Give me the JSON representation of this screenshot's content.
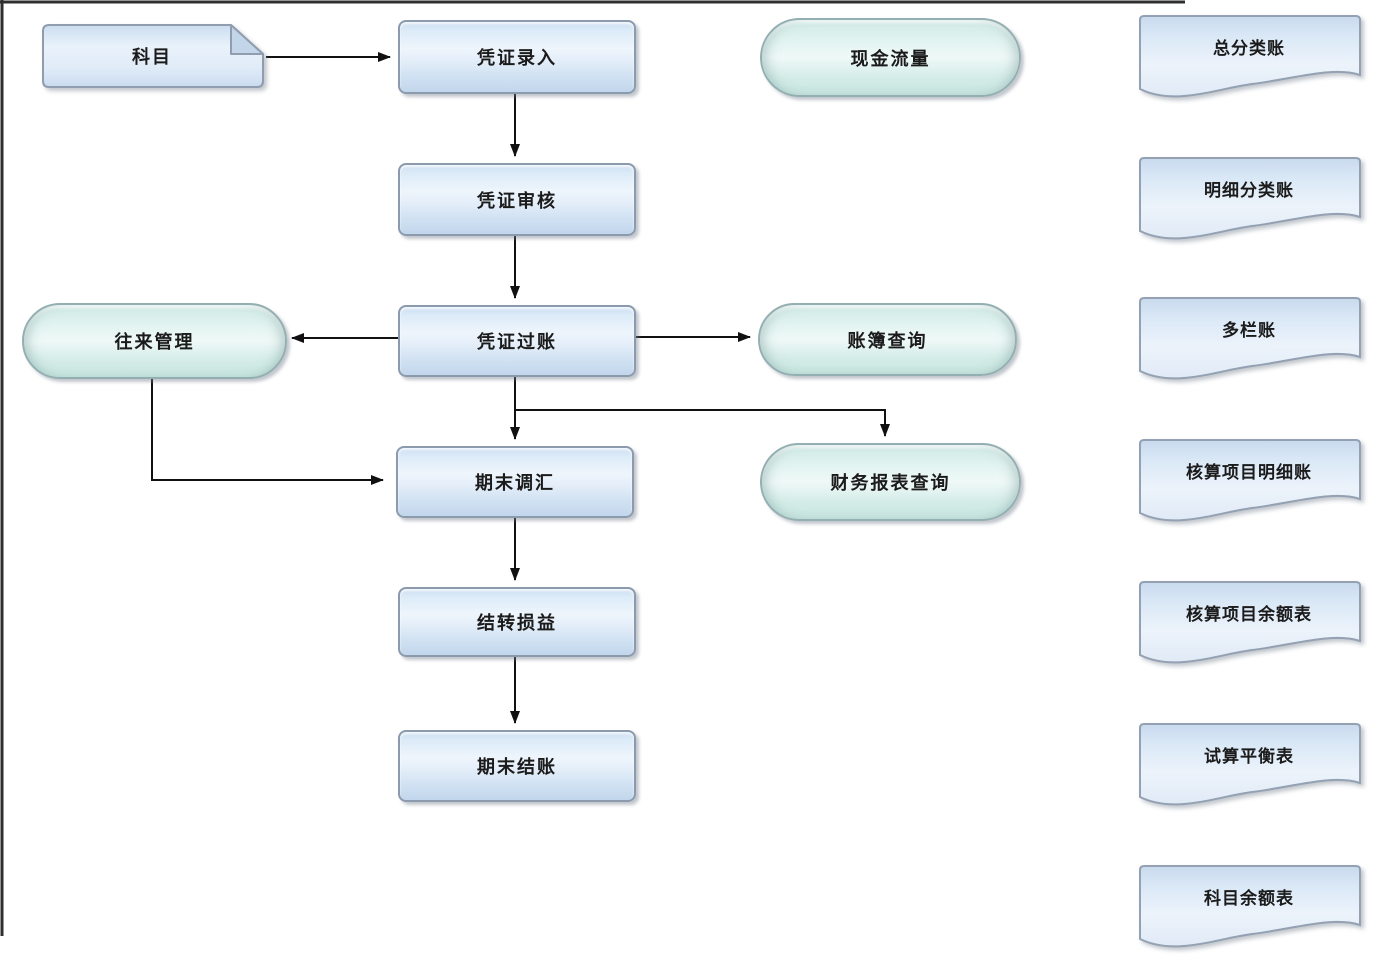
{
  "page": {
    "background": "#ffffff",
    "frame_border_color": "#2e2e2e"
  },
  "palette": {
    "process_fill": "#e4eef9",
    "process_border": "#8b9aac",
    "terminal_fill": "#d9f0ec",
    "terminal_border": "#94afb1",
    "document_fill": "#dce9f7",
    "document_border": "#93a1b2",
    "arrow_color": "#111111",
    "text_color": "#1b1b1b"
  },
  "nodes": {
    "subjects": {
      "label": "科目",
      "shape": "folded-sheet"
    },
    "voucher_entry": {
      "label": "凭证录入",
      "shape": "process"
    },
    "voucher_review": {
      "label": "凭证审核",
      "shape": "process"
    },
    "voucher_posting": {
      "label": "凭证过账",
      "shape": "process"
    },
    "period_end_fx_adjust": {
      "label": "期末调汇",
      "shape": "process"
    },
    "carry_forward_pl": {
      "label": "结转损益",
      "shape": "process"
    },
    "period_end_closing": {
      "label": "期末结账",
      "shape": "process"
    },
    "cash_flow": {
      "label": "现金流量",
      "shape": "stadium"
    },
    "current_account_mgmt": {
      "label": "往来管理",
      "shape": "stadium"
    },
    "ledger_query": {
      "label": "账簿查询",
      "shape": "stadium"
    },
    "financial_report_query": {
      "label": "财务报表查询",
      "shape": "stadium"
    }
  },
  "documents": [
    {
      "label": "总分类账"
    },
    {
      "label": "明细分类账"
    },
    {
      "label": "多栏账"
    },
    {
      "label": "核算项目明细账"
    },
    {
      "label": "核算项目余额表"
    },
    {
      "label": "试算平衡表"
    },
    {
      "label": "科目余额表"
    }
  ],
  "edges": [
    {
      "from": "subjects",
      "to": "voucher_entry"
    },
    {
      "from": "voucher_entry",
      "to": "voucher_review"
    },
    {
      "from": "voucher_review",
      "to": "voucher_posting"
    },
    {
      "from": "voucher_posting",
      "to": "current_account_mgmt"
    },
    {
      "from": "voucher_posting",
      "to": "ledger_query"
    },
    {
      "from": "voucher_posting",
      "to": "period_end_fx_adjust"
    },
    {
      "from": "voucher_posting",
      "to": "financial_report_query"
    },
    {
      "from": "current_account_mgmt",
      "to": "period_end_fx_adjust"
    },
    {
      "from": "period_end_fx_adjust",
      "to": "carry_forward_pl"
    },
    {
      "from": "carry_forward_pl",
      "to": "period_end_closing"
    }
  ]
}
